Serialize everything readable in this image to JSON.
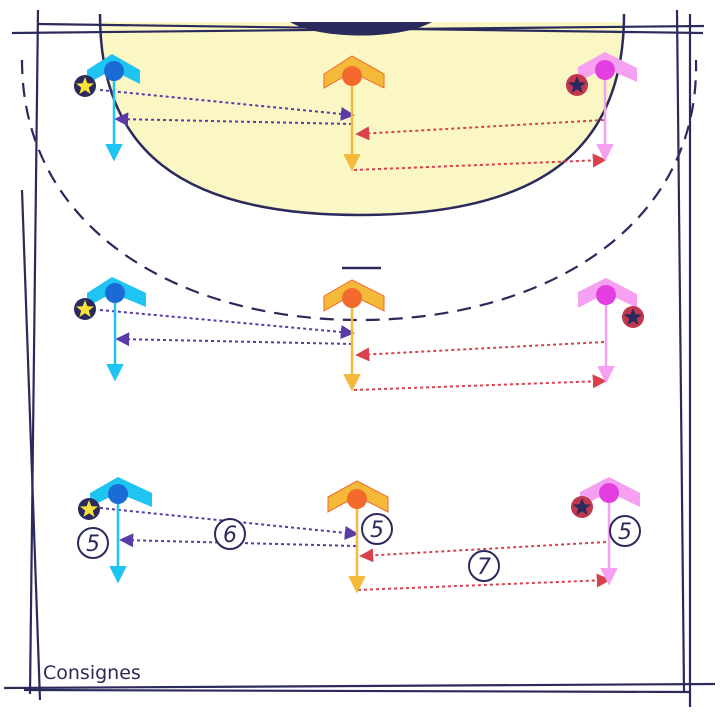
{
  "caption": "Consignes",
  "colors": {
    "line": "#2a2a5c",
    "zone": "#fbf7c4",
    "blue": "#1ec4f2",
    "blue_dark": "#1b6bd6",
    "orange": "#f5b93a",
    "orange_dark": "#f46a2c",
    "pink": "#f5a0f0",
    "pink_dark": "#e33fe0",
    "pass_blue": "#5b3aa6",
    "pass_red": "#d8414d",
    "star_ball_yellow": "#f7e13a",
    "star_ball_red": "#c0374e"
  },
  "icons": [
    "star-ball-icon",
    "player-chevron-icon"
  ],
  "labels": {
    "row3_left": "5",
    "row3_center": "5",
    "row3_right": "5",
    "pass_left": "6",
    "pass_right": "7"
  }
}
